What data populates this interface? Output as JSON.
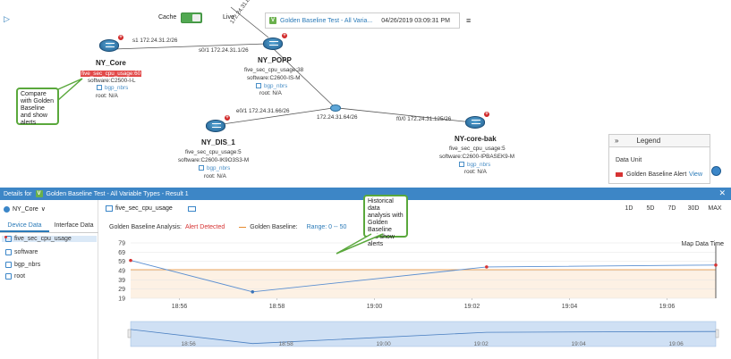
{
  "toolbar": {
    "cache_label": "Cache",
    "live_label": "Live",
    "baseline_name": "Golden Baseline Test - All Varia...",
    "baseline_date": "04/26/2019 03:09:31 PM"
  },
  "nodes": [
    {
      "name": "NY_Core",
      "lines": [
        {
          "text": "five_sec_cpu_usage:60",
          "style": "red"
        },
        {
          "text": "software:C2500-I-L",
          "style": "plain"
        },
        {
          "text": "bgp_nbrs",
          "style": "link"
        },
        {
          "text": "root: N/A",
          "style": "plain"
        }
      ]
    },
    {
      "name": "NY_POPP",
      "lines": [
        {
          "text": "five_sec_cpu_usage:38",
          "style": "plain"
        },
        {
          "text": "software:C2600-IS-M",
          "style": "plain"
        },
        {
          "text": "bgp_nbrs",
          "style": "link"
        },
        {
          "text": "root: N/A",
          "style": "plain"
        }
      ]
    },
    {
      "name": "NY_DIS_1",
      "lines": [
        {
          "text": "five_sec_cpu_usage:5",
          "style": "plain"
        },
        {
          "text": "software:C2600-IK9O3S3-M",
          "style": "plain"
        },
        {
          "text": "bgp_nbrs",
          "style": "link"
        },
        {
          "text": "root: N/A",
          "style": "plain"
        }
      ]
    },
    {
      "name": "NY-core-bak",
      "lines": [
        {
          "text": "five_sec_cpu_usage:5",
          "style": "plain"
        },
        {
          "text": "software:C2600-IPBASEK9-M",
          "style": "plain"
        },
        {
          "text": "bgp_nbrs",
          "style": "link"
        },
        {
          "text": "root: N/A",
          "style": "plain"
        }
      ]
    }
  ],
  "links": {
    "s1": "s1 172.24.31.2/26",
    "s0_1": "s0/1 172.24.31.1/26",
    "e0_1": "e0/1 172.24.31.66/26",
    "hub": "172.24.31.64/26",
    "f0_0": "f0/0 172.24.31.125/26",
    "top": "172.24.31.81/28"
  },
  "callouts": {
    "map": "Compare with Golden Baseline and show alerts",
    "chart": "Historical data analysis with Golden Baseline and show alerts"
  },
  "legend": {
    "title": "Legend",
    "data_unit": "Data Unit",
    "alert_label": "Golden Baseline Alert",
    "view": "View",
    "alert_color": "#d63333"
  },
  "details": {
    "text": "Details for",
    "baseline": "Golden Baseline Test - All Variable Types - Result 1"
  },
  "left_panel": {
    "device": "NY_Core",
    "tabs": [
      "Device Data",
      "Interface Data"
    ],
    "items": [
      "five_sec_cpu_usage",
      "software",
      "bgp_nbrs",
      "root"
    ]
  },
  "right_panel": {
    "variable": "five_sec_cpu_usage",
    "ranges": [
      "1D",
      "5D",
      "7D",
      "30D",
      "MAX"
    ],
    "analysis_label": "Golden Baseline Analysis:",
    "analysis_status": "Alert Detected",
    "baseline_label": "Golden Baseline:",
    "range_text": "Range: 0 -- 50",
    "map_time": "Map Data Time"
  },
  "chart_data": {
    "type": "line",
    "series": [
      {
        "values": [
          {
            "x": "18:55",
            "y": 60
          },
          {
            "x": "18:57.5",
            "y": 26
          },
          {
            "x": "19:02.3",
            "y": 53
          },
          {
            "x": "19:07",
            "y": 55
          }
        ]
      }
    ],
    "alert_points": [
      "18:55",
      "19:02.3",
      "19:07"
    ],
    "x_ticks": [
      "18:56",
      "18:58",
      "19:00",
      "19:02",
      "19:04",
      "19:06"
    ],
    "y_ticks": [
      79,
      69,
      59,
      49,
      39,
      29,
      19
    ],
    "ylim": [
      19,
      79
    ],
    "x_range": [
      "18:55",
      "19:07"
    ],
    "baseline_range": [
      0,
      50
    ],
    "grid": true
  }
}
